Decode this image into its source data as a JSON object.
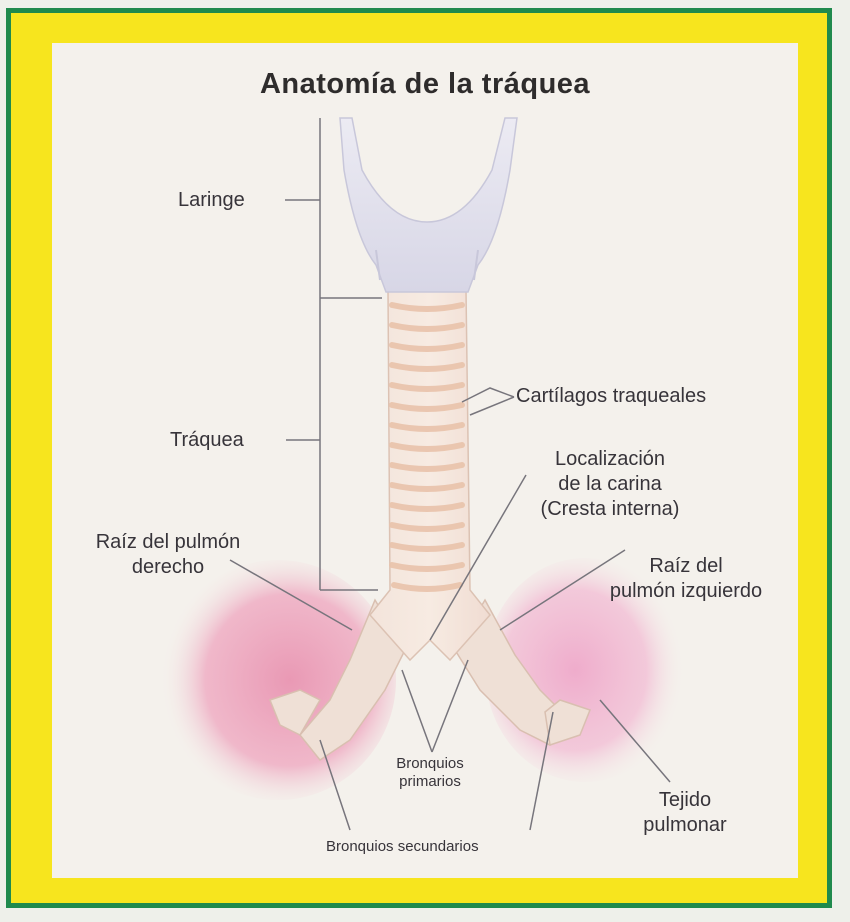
{
  "title": "Anatomía de la tráquea",
  "labels": {
    "laringe": "Laringe",
    "traquea": "Tráquea",
    "cartilagos": "Cartílagos traqueales",
    "carina_line1": "Localización",
    "carina_line2": "de la carina",
    "carina_line3": "(Cresta interna)",
    "raiz_derecho_line1": "Raíz del pulmón",
    "raiz_derecho_line2": "derecho",
    "raiz_izquierdo_line1": "Raíz del",
    "raiz_izquierdo_line2": "pulmón izquierdo",
    "bronquios_primarios_line1": "Bronquios",
    "bronquios_primarios_line2": "primarios",
    "tejido_line1": "Tejido",
    "tejido_line2": "pulmonar",
    "bronquios_secundarios": "Bronquios secundarios"
  },
  "colors": {
    "frame_border": "#1f8a4d",
    "frame_fill": "#f7e51e",
    "panel": "#f4f1ec",
    "lung": "#e88fae",
    "cartilage": "#e9c3ab",
    "larynx": "#dcdcea",
    "text": "#37343a"
  }
}
